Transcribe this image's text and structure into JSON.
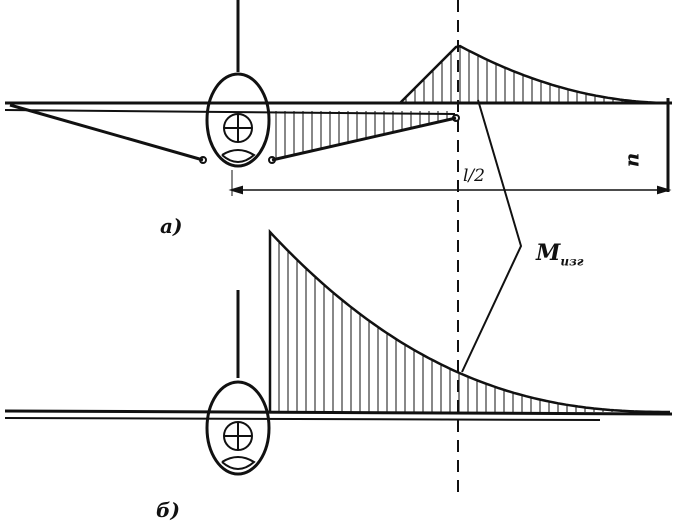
{
  "labels": {
    "fig_a": "а)",
    "fig_b": "б)",
    "half_span": "l/2",
    "moment_main": "M",
    "moment_sub": "изг",
    "side_mark": "u"
  },
  "colors": {
    "ink": "#111111",
    "background": "#ffffff"
  }
}
